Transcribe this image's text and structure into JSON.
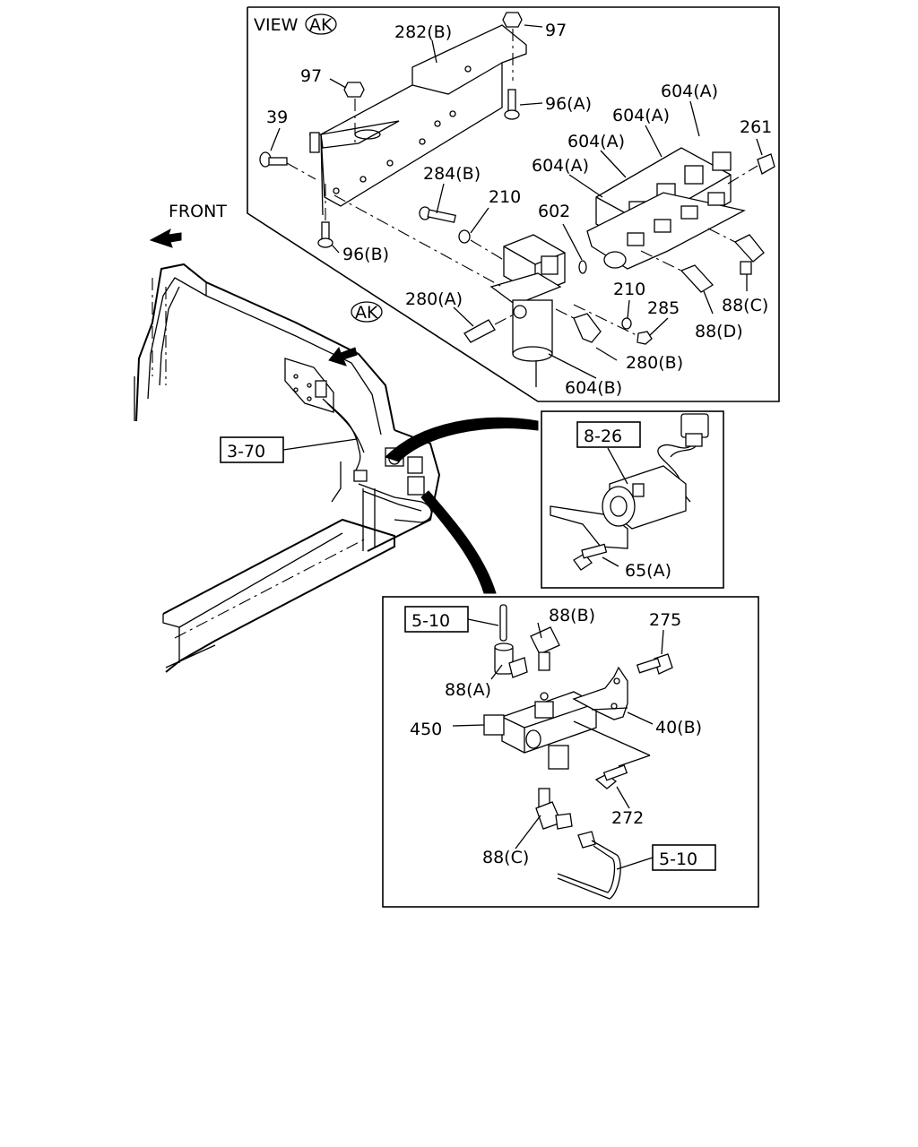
{
  "header": {
    "view_word": "VIEW",
    "view_code": "AK",
    "front_label": "FRONT",
    "arrow_code": "AK"
  },
  "callouts": {
    "c282b": "282(B)",
    "c97a": "97",
    "c97b": "97",
    "c96a": "96(A)",
    "c39": "39",
    "c604a1": "604(A)",
    "c604a2": "604(A)",
    "c604a3": "604(A)",
    "c604a4": "604(A)",
    "c261": "261",
    "c284b": "284(B)",
    "c210a": "210",
    "c602": "602",
    "c96b": "96(B)",
    "c280a": "280(A)",
    "c210b": "210",
    "c285": "285",
    "c88c_top": "88(C)",
    "c88d": "88(D)",
    "c280b": "280(B)",
    "c604b": "604(B)",
    "c65a": "65(A)",
    "c88b": "88(B)",
    "c275": "275",
    "c88a": "88(A)",
    "c450": "450",
    "c40b": "40(B)",
    "c272": "272",
    "c88c_bot": "88(C)"
  },
  "references": {
    "r370": "3-70",
    "r826": "8-26",
    "r510a": "5-10",
    "r510b": "5-10"
  }
}
